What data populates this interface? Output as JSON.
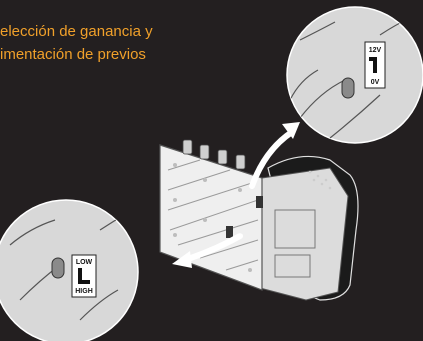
{
  "title": {
    "line1": "elección de ganancia y",
    "line2": "imentación de previos"
  },
  "voltage_switch": {
    "top_label": "12V",
    "bottom_label": "0V"
  },
  "gain_switch": {
    "top_label": "LOW",
    "bottom_label": "HIGH"
  },
  "colors": {
    "background": "#231f20",
    "title": "#f0a02a",
    "zoom_circle": "#d8d8d8",
    "device": "#e9e9e9"
  },
  "icons": [
    "voltage-switch-icon",
    "gain-switch-icon",
    "curved-arrow-icon"
  ]
}
